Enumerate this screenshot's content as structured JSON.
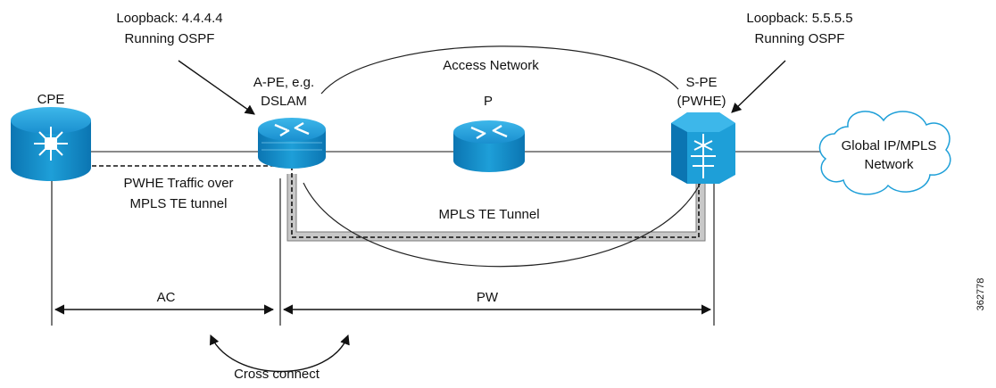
{
  "nodes": {
    "cpe": {
      "label": "CPE",
      "icon": "router-icon"
    },
    "ape": {
      "label_line1": "A-PE, e.g.",
      "label_line2": "DSLAM",
      "icon": "router-icon"
    },
    "p": {
      "label": "P",
      "icon": "router-icon"
    },
    "spe": {
      "label_line1": "S-PE",
      "label_line2": "(PWHE)",
      "icon": "switch-router-icon"
    },
    "cloud": {
      "label_line1": "Global IP/MPLS",
      "label_line2": "Network",
      "icon": "cloud-icon"
    }
  },
  "callouts": {
    "loopback_a": {
      "line1": "Loopback: 4.4.4.4",
      "line2": "Running OSPF"
    },
    "loopback_s": {
      "line1": "Loopback: 5.5.5.5",
      "line2": "Running OSPF"
    }
  },
  "labels": {
    "access_network": "Access Network",
    "pwhe_traffic_line1": "PWHE Traffic over",
    "pwhe_traffic_line2": "MPLS TE tunnel",
    "mpls_te_tunnel": "MPLS TE Tunnel",
    "ac": "AC",
    "pw": "PW",
    "cross_connect": "Cross connect",
    "figure_id": "362778"
  },
  "colors": {
    "router_blue": "#1e9fd8",
    "router_dark": "#0a6fa8",
    "line_gray": "#8a8a8a",
    "tunnel_gray": "#c8c8c8"
  }
}
